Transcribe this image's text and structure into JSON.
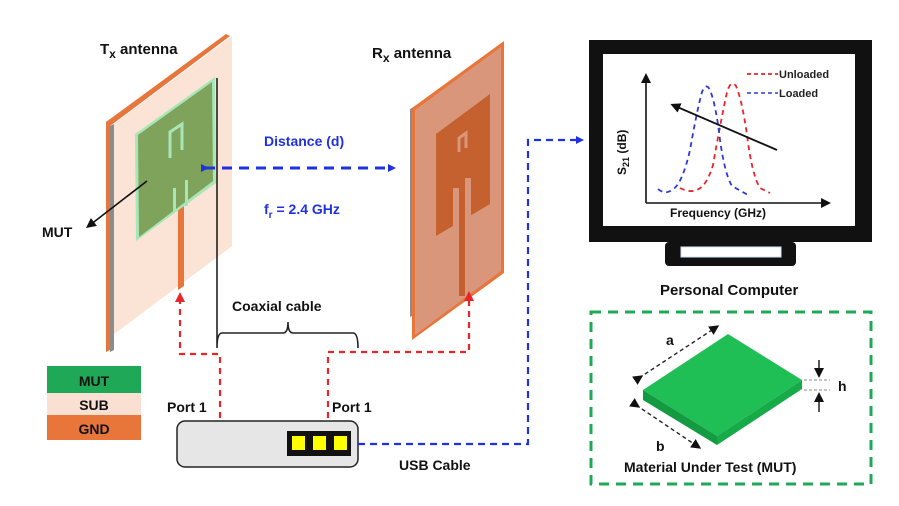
{
  "labels": {
    "tx_antenna_main": "T",
    "tx_antenna_sub": "x",
    "tx_antenna_suffix": " antenna",
    "rx_antenna_main": "R",
    "rx_antenna_sub": "x",
    "rx_antenna_suffix": " antenna",
    "distance": "Distance (d)",
    "freq_main": "f",
    "freq_sub": "r",
    "freq_suffix": " = 2.4 GHz",
    "mut_pointer": "MUT",
    "coaxial_cable": "Coaxial cable",
    "port_left": "Port 1",
    "port_right": "Port 1",
    "usb_cable": "USB Cable",
    "personal_computer": "Personal Computer",
    "mut_box_title": "Material Under Test (MUT)",
    "dim_a": "a",
    "dim_b": "b",
    "dim_h": "h"
  },
  "layer_legend": [
    {
      "label": "MUT",
      "color": "#1fa855"
    },
    {
      "label": "SUB",
      "color": "#f9e0d2"
    },
    {
      "label": "GND",
      "color": "#e8753a"
    }
  ],
  "monitor_plot": {
    "ylabel_main": "S",
    "ylabel_sub": "21",
    "ylabel_suffix": " (dB)",
    "xlabel": "Frequency (GHz)",
    "legend": [
      {
        "label": "Unloaded",
        "color": "#e8262a"
      },
      {
        "label": "Loaded",
        "color": "#2b3bd6"
      }
    ]
  },
  "colors": {
    "tx_sub": "#fbe3d6",
    "tx_edge": "#e8753a",
    "mut_patch": "#7fa35a",
    "mut_patch_border": "#a8e6b8",
    "rx_sub": "#d9967a",
    "rx_patch": "#c4612e",
    "rf_line": "#e8262a",
    "wireless_link": "#1f32e0",
    "usb_line": "#1f32e0",
    "mut_box_border": "#1fa855",
    "mut_slab": "#1fbf55",
    "vna_body": "#e6e6e6",
    "vna_port": "#ffff00"
  }
}
